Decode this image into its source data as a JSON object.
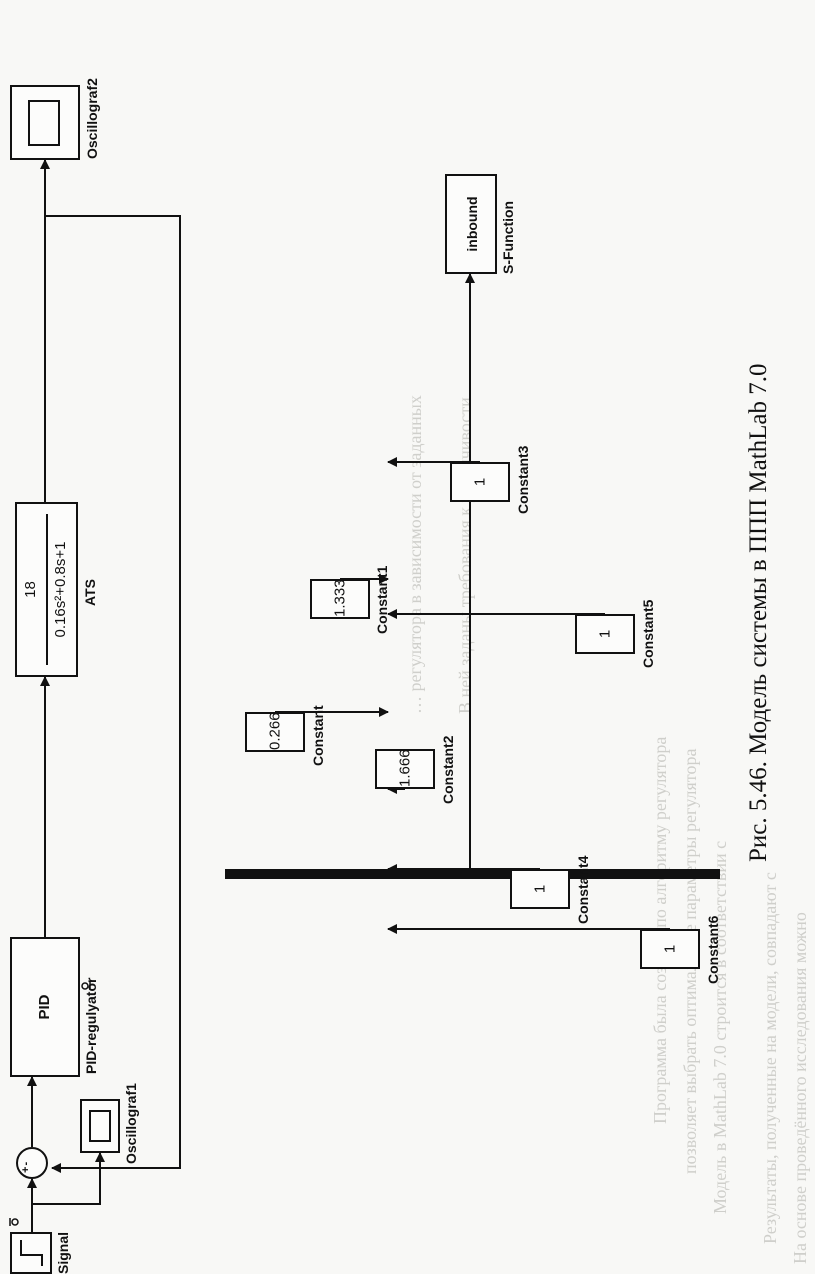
{
  "blocks": {
    "signal": {
      "label": "Signal"
    },
    "oscillograf1": {
      "label": "Oscillograf1"
    },
    "pid": {
      "text": "PID",
      "label": "PID-regulyator"
    },
    "ats": {
      "numerator": "18",
      "denominator": "0.16s²+0.8s+1",
      "label": "ATS"
    },
    "oscillograf2": {
      "label": "Oscillograf2"
    },
    "sfunction": {
      "text": "inbound",
      "label": "S-Function"
    },
    "sum": {
      "signs": "+ -"
    }
  },
  "constants": [
    {
      "value": "0.266",
      "label": "Constant"
    },
    {
      "value": "1.333",
      "label": "Constant1"
    },
    {
      "value": "1.666",
      "label": "Constant2"
    },
    {
      "value": "1",
      "label": "Constant3"
    },
    {
      "value": "1",
      "label": "Constant4"
    },
    {
      "value": "1",
      "label": "Constant5"
    },
    {
      "value": "1",
      "label": "Constant6"
    }
  ],
  "caption": "Рис. 5.46. Модель системы в ППП MathLab 7.0",
  "faded_text": [
    "… регулятора в зависимости от заданных",
    "В ней заданы требования к устойчивости",
    "Программа была создана по алгоритму регулятора",
    "позволяет выбрать оптимальные параметры регулятора",
    "Модель в MathLab 7.0 строится в соответствии с",
    "Результаты, полученные на модели, совпадают с",
    "На основе проведённого исследования можно"
  ]
}
